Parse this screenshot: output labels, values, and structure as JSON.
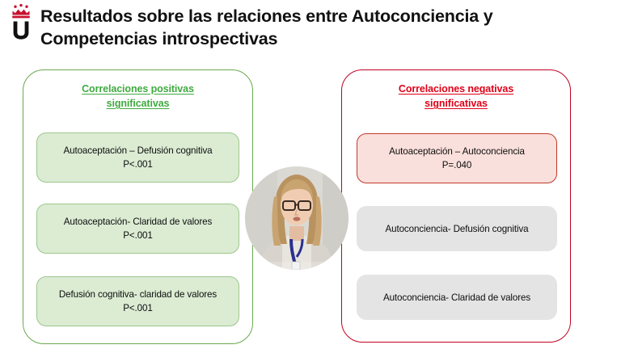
{
  "header": {
    "logo_alt": "universidad-crown-u-logo",
    "title": "Resultados sobre las relaciones entre Autoconciencia y\nCompetencias introspectivas"
  },
  "colors": {
    "green_accent": "#3faa3f",
    "green_panel_border": "#6aa84f",
    "green_box_fill": "#dbecd3",
    "green_box_border": "#9cc78a",
    "red_accent": "#e00018",
    "red_panel_border": "#c00021",
    "pink_box_fill": "#fae0dc",
    "pink_box_border": "#c0392b",
    "gray_box_fill": "#e4e4e4",
    "logo_crown": "#c8102e",
    "text": "#0d0d0d"
  },
  "panels": [
    {
      "id": "positive-correlations",
      "heading": "Correlaciones positivas\nsignificativas",
      "items": [
        {
          "style": "green",
          "text": "Autoaceptación – Defusión cognitiva\nP<.001"
        },
        {
          "style": "green",
          "text": "Autoaceptación- Claridad de valores\nP<.001"
        },
        {
          "style": "green",
          "text": "Defusión cognitiva- claridad de valores\nP<.001"
        }
      ]
    },
    {
      "id": "negative-correlations",
      "heading": "Correlaciones negativas\nsignificativas",
      "items": [
        {
          "style": "pink",
          "text": "Autoaceptación – Autoconciencia\nP=.040"
        },
        {
          "style": "gray",
          "text": "Autoconciencia- Defusión cognitiva"
        },
        {
          "style": "gray",
          "text": "Autoconciencia- Claridad de valores"
        }
      ]
    }
  ],
  "webcam": {
    "label": "presenter-video-circle"
  }
}
